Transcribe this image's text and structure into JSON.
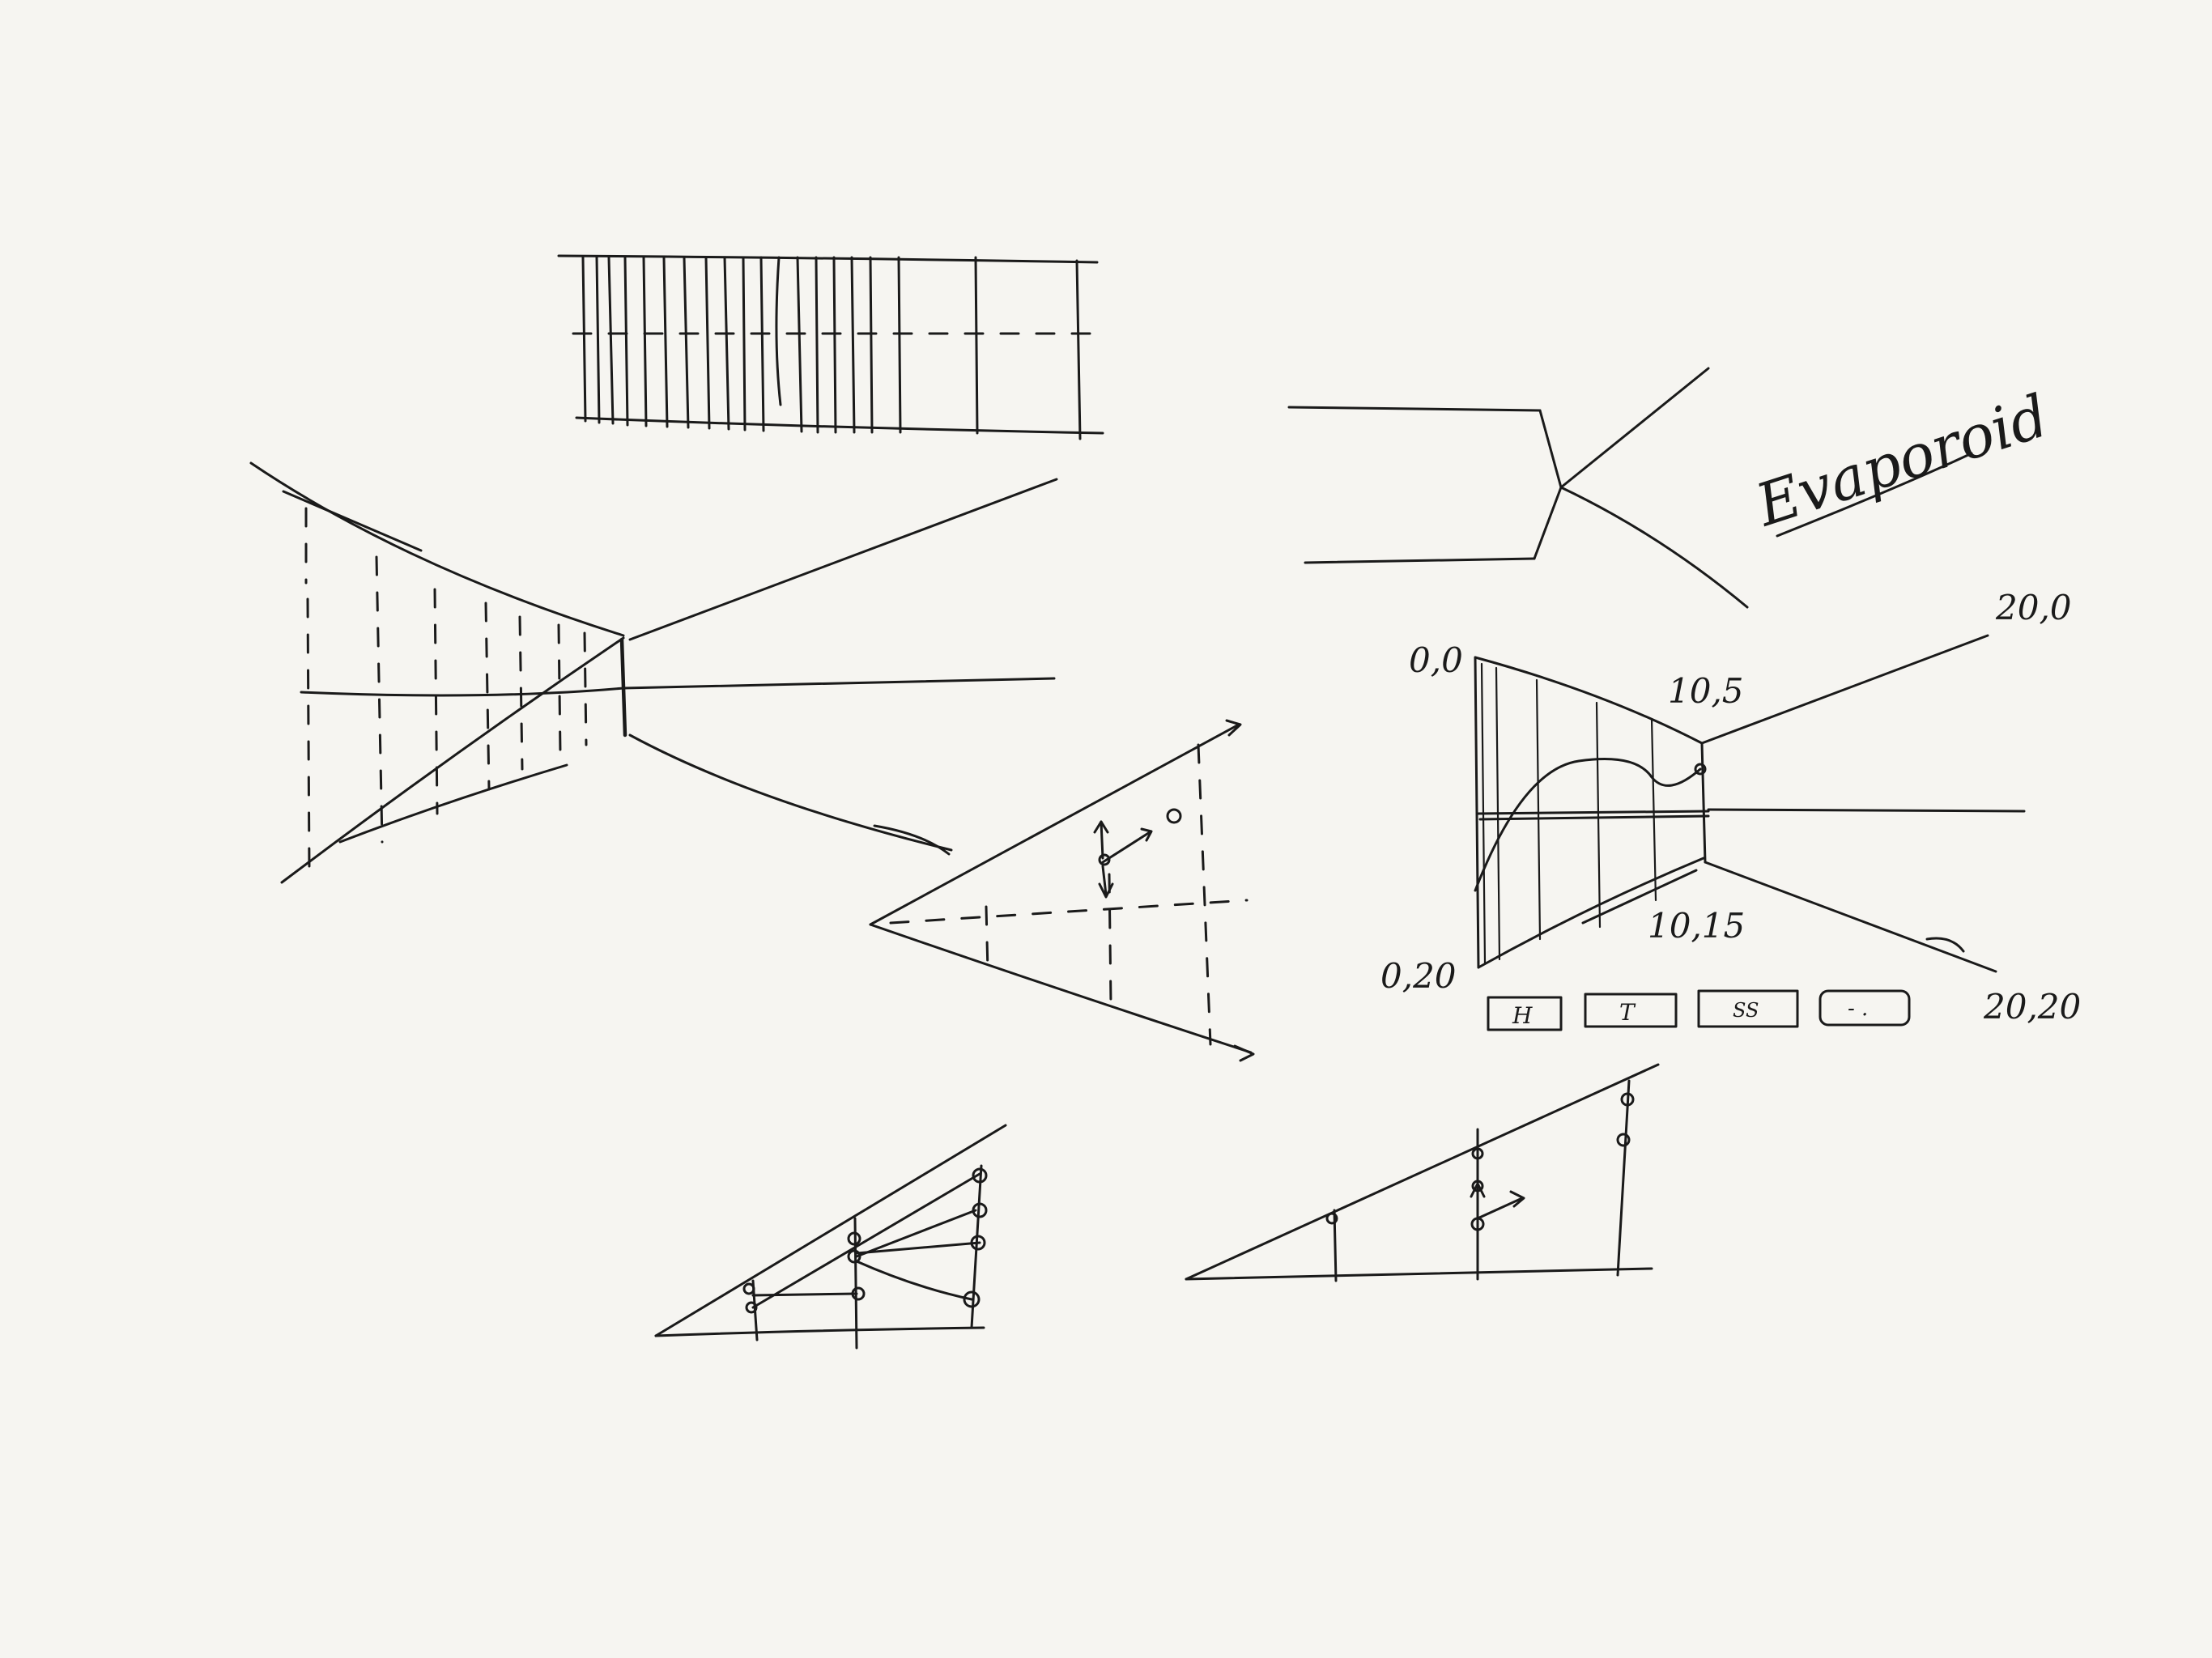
{
  "sketch": {
    "word": "Evaporoid",
    "labels": {
      "top_left": "0,0",
      "top_right": "20,0",
      "bottom_left": "0,20",
      "bottom_right": "20,20",
      "mid_top": "10,5",
      "mid_bottom": "10,15"
    },
    "buttons": [
      "H",
      "T",
      "SS",
      "- ."
    ]
  }
}
